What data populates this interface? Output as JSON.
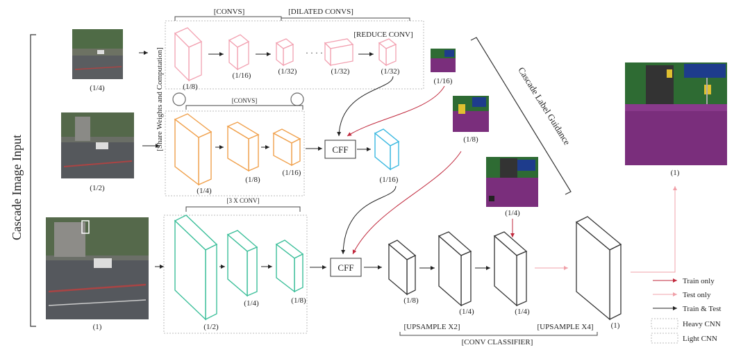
{
  "title": "Cascade Image Input",
  "colors": {
    "heavy_low": "#3cbf9a",
    "mid": "#f0a04b",
    "top": "#f2a0b0",
    "cff_out": "#3ab8e0",
    "decoder": "#333333",
    "train_only": "#c0283c",
    "test_only": "#f0a0a8",
    "train_test": "#222222"
  },
  "inputs": [
    {
      "label": "(1/4)"
    },
    {
      "label": "(1/2)"
    },
    {
      "label": "(1)"
    }
  ],
  "brackets": {
    "convs": "[CONVS]",
    "dilated": "[DILATED CONVS]",
    "reduce": "[REDUCE CONV]",
    "mid_convs": "[CONVS]",
    "conv3": "[3 X CONV]",
    "share": "[Share Weights and Computation]"
  },
  "top_labels": [
    "(1/8)",
    "(1/16)",
    "(1/32)",
    "(1/32)",
    "(1/32)"
  ],
  "mid_labels": [
    "(1/4)",
    "(1/8)",
    "(1/16)"
  ],
  "low_labels": [
    "(1/2)",
    "(1/4)",
    "(1/8)"
  ],
  "cff_label": "CFF",
  "cff_out_label": "(1/16)",
  "seg_labels": [
    "(1/16)",
    "(1/8)",
    "(1/4)",
    "(1)"
  ],
  "decoder_labels": [
    "(1/8)",
    "(1/4)",
    "(1/4)",
    "(1)"
  ],
  "upsample_x2": "[UPSAMPLE X2]",
  "upsample_x4": "[UPSAMPLE X4]",
  "conv_classifier": "[CONV CLASSIFIER]",
  "guidance": "Cascade Label Guidance",
  "legend": [
    "Train only",
    "Test only",
    "Train & Test",
    "Heavy CNN",
    "Light CNN"
  ]
}
